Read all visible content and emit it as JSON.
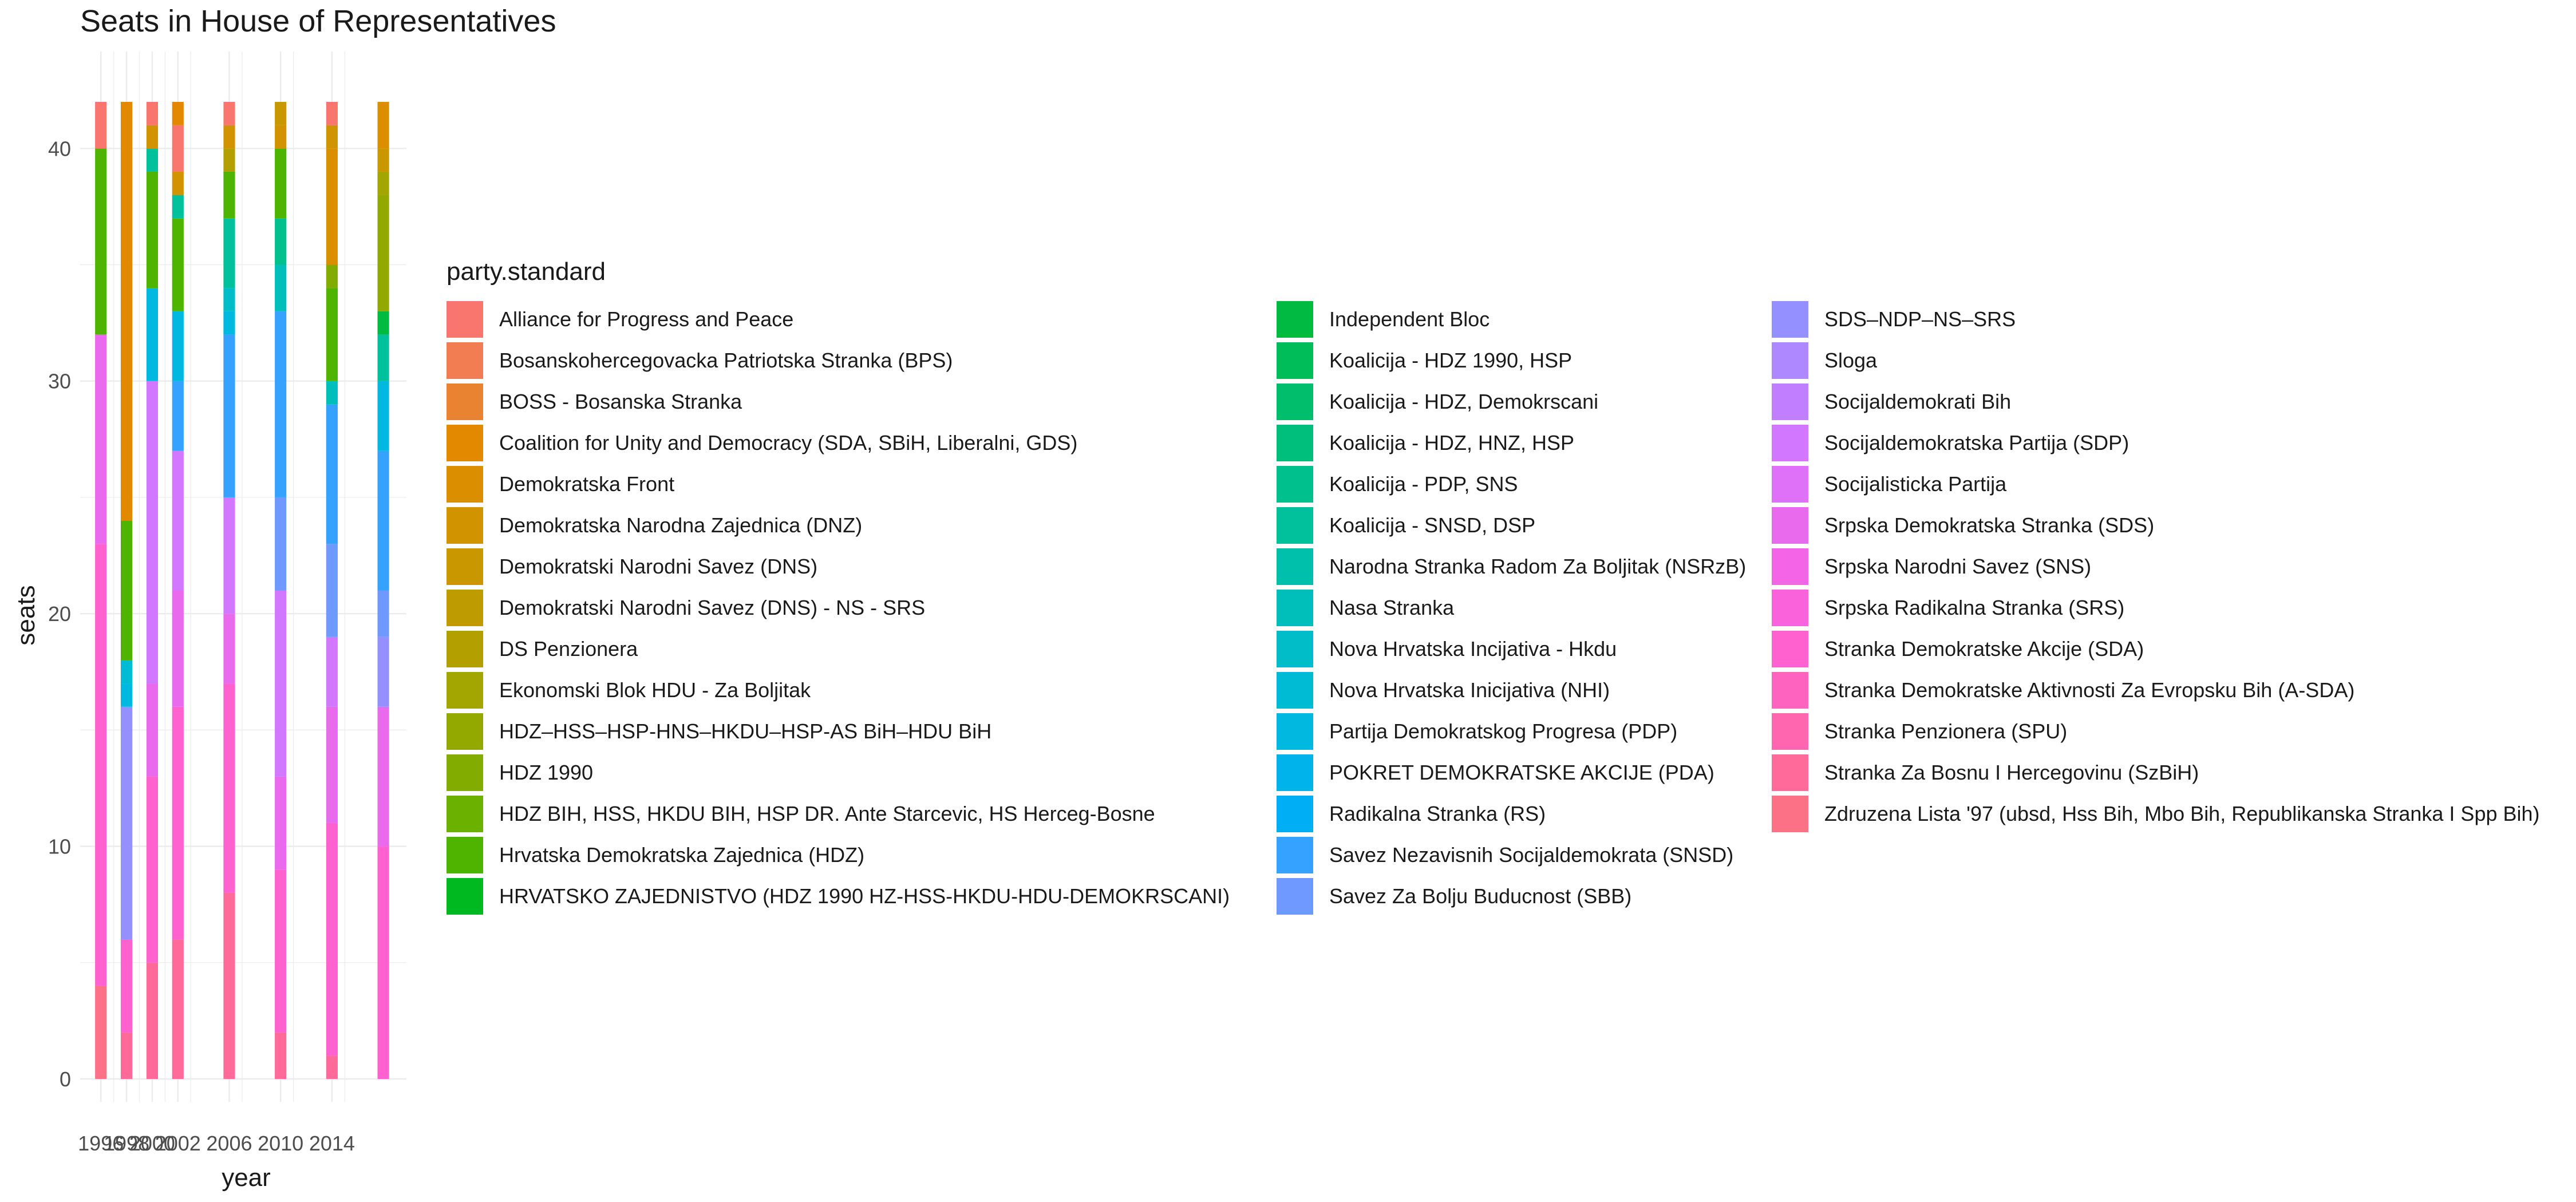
{
  "chart_data": {
    "type": "bar",
    "stacked": true,
    "title": "Seats in House of Representatives",
    "xlabel": "year",
    "ylabel": "seats",
    "ylim": [
      0,
      42
    ],
    "yticks": [
      0,
      10,
      20,
      30,
      40
    ],
    "xlim": [
      1995.5,
      2019
    ],
    "x_tick_labels": [
      "1996",
      "1998",
      "2000",
      "2002",
      "2006",
      "2010",
      "2014"
    ],
    "x_tick_positions": [
      1996,
      1998,
      2000,
      2002,
      2006,
      2010,
      2014
    ],
    "legend_title": "party.standard",
    "legend_position": "right",
    "grid": true,
    "parties": [
      {
        "name": "Alliance for Progress and Peace",
        "color": "#F8766D"
      },
      {
        "name": "Bosanskohercegovacka Patriotska Stranka (BPS)",
        "color": "#F27D52"
      },
      {
        "name": "BOSS - Bosanska Stranka",
        "color": "#EA8331"
      },
      {
        "name": "Coalition for Unity and Democracy (SDA, SBiH, Liberalni, GDS)",
        "color": "#E38900"
      },
      {
        "name": "Demokratska Front",
        "color": "#DB8E00"
      },
      {
        "name": "Demokratska Narodna Zajednica (DNZ)",
        "color": "#D29300"
      },
      {
        "name": "Demokratski Narodni Savez (DNS)",
        "color": "#C99800"
      },
      {
        "name": "Demokratski Narodni Savez (DNS) - NS - SRS",
        "color": "#BE9C00"
      },
      {
        "name": "DS Penzionera",
        "color": "#B3A000"
      },
      {
        "name": "Ekonomski Blok HDU - Za Boljitak",
        "color": "#A3A500"
      },
      {
        "name": "HDZ–HSS–HSP-HNS–HKDU–HSP-AS BiH–HDU BiH",
        "color": "#94A900"
      },
      {
        "name": "HDZ 1990",
        "color": "#82AD00"
      },
      {
        "name": "HDZ BIH, HSS, HKDU BIH, HSP DR. Ante Starcevic, HS Herceg-Bosne",
        "color": "#6BB100"
      },
      {
        "name": "Hrvatska Demokratska Zajednica (HDZ)",
        "color": "#4EB400"
      },
      {
        "name": "HRVATSKO ZAJEDNISTVO (HDZ 1990 HZ-HSS-HKDU-HDU-DEMOKRSCANI)",
        "color": "#00B81F"
      },
      {
        "name": "Independent Bloc",
        "color": "#00BA42"
      },
      {
        "name": "Koalicija - HDZ 1990, HSP",
        "color": "#00BC59"
      },
      {
        "name": "Koalicija - HDZ, Demokrscani",
        "color": "#00BE6C"
      },
      {
        "name": "Koalicija - HDZ, HNZ, HSP",
        "color": "#00BF7D"
      },
      {
        "name": "Koalicija - PDP, SNS",
        "color": "#00C08D"
      },
      {
        "name": "Koalicija - SNSD, DSP",
        "color": "#00C19C"
      },
      {
        "name": "Narodna Stranka Radom Za Boljitak (NSRzB)",
        "color": "#00C0AB"
      },
      {
        "name": "Nasa Stranka",
        "color": "#00BFBA"
      },
      {
        "name": "Nova Hrvatska Incijativa - Hkdu",
        "color": "#00BDC7"
      },
      {
        "name": "Nova Hrvatska Inicijativa (NHI)",
        "color": "#00BBD4"
      },
      {
        "name": "Partija Demokratskog Progresa (PDP)",
        "color": "#00B8E0"
      },
      {
        "name": "POKRET DEMOKRATSKE AKCIJE (PDA)",
        "color": "#00B3EB"
      },
      {
        "name": "Radikalna Stranka (RS)",
        "color": "#00AEF6"
      },
      {
        "name": "Savez Nezavisnih Socijaldemokrata (SNSD)",
        "color": "#35A2FF"
      },
      {
        "name": "Savez Za Bolju Buducnost (SBB)",
        "color": "#7099FF"
      },
      {
        "name": "SDS–NDP–NS–SRS",
        "color": "#9590FF"
      },
      {
        "name": "Sloga",
        "color": "#AD88FF"
      },
      {
        "name": "Socijaldemokrati Bih",
        "color": "#C17FFF"
      },
      {
        "name": "Socijaldemokratska Partija (SDP)",
        "color": "#D277FF"
      },
      {
        "name": "Socijalisticka Partija",
        "color": "#DF70F8"
      },
      {
        "name": "Srpska Demokratska Stranka (SDS)",
        "color": "#E96AEC"
      },
      {
        "name": "Srpska Narodni Savez (SNS)",
        "color": "#F365E6"
      },
      {
        "name": "Srpska Radikalna Stranka (SRS)",
        "color": "#FA62DB"
      },
      {
        "name": "Stranka Demokratske Akcije (SDA)",
        "color": "#FF61CF"
      },
      {
        "name": "Stranka Demokratske Aktivnosti Za Evropsku Bih (A-SDA)",
        "color": "#FF63C0"
      },
      {
        "name": "Stranka Penzionera (SPU)",
        "color": "#FF66AF"
      },
      {
        "name": "Stranka Za Bosnu I Hercegovinu (SzBiH)",
        "color": "#FF6A9B"
      },
      {
        "name": "Zdruzena Lista '97 (ubsd, Hss Bih, Mbo Bih, Republikanska Stranka I Spp Bih)",
        "color": "#FC7185"
      }
    ],
    "bars": [
      {
        "year": 1996,
        "segments": [
          [
            4,
            "#FC7185"
          ],
          [
            19,
            "#FF61CF"
          ],
          [
            9,
            "#E96AEC"
          ],
          [
            8,
            "#4EB400"
          ],
          [
            2,
            "#F8766D"
          ]
        ]
      },
      {
        "year": 1998,
        "segments": [
          [
            2,
            "#FF6A9B"
          ],
          [
            4,
            "#FF61CF"
          ],
          [
            10,
            "#9590FF"
          ],
          [
            1,
            "#00B8E0"
          ],
          [
            1,
            "#00BBD4"
          ],
          [
            6,
            "#4EB400"
          ],
          [
            18,
            "#E38900"
          ]
        ]
      },
      {
        "year": 2000,
        "segments": [
          [
            5,
            "#FF6A9B"
          ],
          [
            8,
            "#FF61CF"
          ],
          [
            4,
            "#E96AEC"
          ],
          [
            13,
            "#D277FF"
          ],
          [
            4,
            "#00B8E0"
          ],
          [
            5,
            "#4EB400"
          ],
          [
            1,
            "#00C19C"
          ],
          [
            1,
            "#D29300"
          ],
          [
            1,
            "#F8766D"
          ]
        ]
      },
      {
        "year": 2002,
        "segments": [
          [
            6,
            "#FF6A9B"
          ],
          [
            10,
            "#FF61CF"
          ],
          [
            5,
            "#E96AEC"
          ],
          [
            6,
            "#D277FF"
          ],
          [
            3,
            "#35A2FF"
          ],
          [
            3,
            "#00B8E0"
          ],
          [
            4,
            "#4EB400"
          ],
          [
            1,
            "#00C19C"
          ],
          [
            1,
            "#D29300"
          ],
          [
            2,
            "#F8766D"
          ],
          [
            1,
            "#E38900"
          ]
        ]
      },
      {
        "year": 2006,
        "segments": [
          [
            8,
            "#FF6A9B"
          ],
          [
            9,
            "#FF61CF"
          ],
          [
            3,
            "#E96AEC"
          ],
          [
            5,
            "#D277FF"
          ],
          [
            7,
            "#35A2FF"
          ],
          [
            1,
            "#00B8E0"
          ],
          [
            1,
            "#00BDC7"
          ],
          [
            3,
            "#00C19C"
          ],
          [
            2,
            "#4EB400"
          ],
          [
            1,
            "#B3A000"
          ],
          [
            1,
            "#D29300"
          ],
          [
            1,
            "#F8766D"
          ]
        ]
      },
      {
        "year": 2010,
        "segments": [
          [
            2,
            "#FF6A9B"
          ],
          [
            7,
            "#FF61CF"
          ],
          [
            4,
            "#E96AEC"
          ],
          [
            8,
            "#D277FF"
          ],
          [
            4,
            "#7099FF"
          ],
          [
            8,
            "#35A2FF"
          ],
          [
            2,
            "#00BFBA"
          ],
          [
            2,
            "#00C08D"
          ],
          [
            3,
            "#4EB400"
          ],
          [
            1,
            "#D29300"
          ],
          [
            1,
            "#C99800"
          ]
        ]
      },
      {
        "year": 2014,
        "segments": [
          [
            1,
            "#FF6A9B"
          ],
          [
            10,
            "#FF61CF"
          ],
          [
            5,
            "#E96AEC"
          ],
          [
            3,
            "#D277FF"
          ],
          [
            4,
            "#7099FF"
          ],
          [
            6,
            "#35A2FF"
          ],
          [
            1,
            "#00BFBA"
          ],
          [
            4,
            "#4EB400"
          ],
          [
            1,
            "#82AD00"
          ],
          [
            5,
            "#DB8E00"
          ],
          [
            1,
            "#D29300"
          ],
          [
            1,
            "#F8766D"
          ]
        ]
      },
      {
        "year": 2018,
        "segments": [
          [
            10,
            "#FF61CF"
          ],
          [
            6,
            "#E96AEC"
          ],
          [
            3,
            "#9590FF"
          ],
          [
            2,
            "#7099FF"
          ],
          [
            6,
            "#35A2FF"
          ],
          [
            3,
            "#00B8E0"
          ],
          [
            2,
            "#00C19C"
          ],
          [
            1,
            "#00BA42"
          ],
          [
            5,
            "#94A900"
          ],
          [
            1,
            "#A3A500"
          ],
          [
            1,
            "#C99800"
          ],
          [
            2,
            "#DB8E00"
          ]
        ]
      }
    ]
  }
}
